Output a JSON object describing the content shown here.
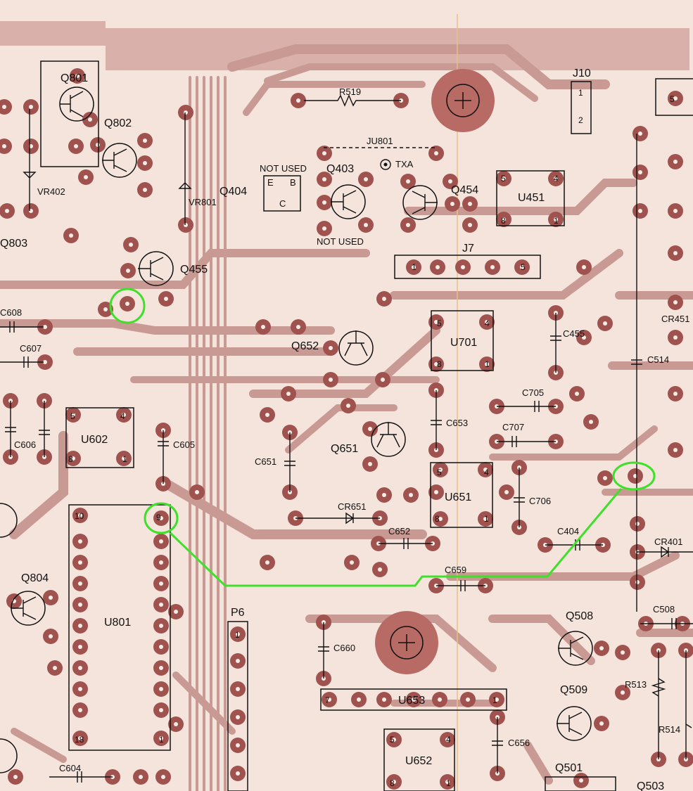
{
  "components": {
    "transistors": [
      "Q801",
      "Q802",
      "Q803",
      "Q455",
      "Q404",
      "Q403",
      "Q454",
      "Q652",
      "Q651",
      "Q804",
      "Q508",
      "Q509",
      "Q501",
      "Q503"
    ],
    "ics": [
      "U451",
      "U701",
      "U602",
      "U651",
      "U801",
      "U653",
      "U652",
      "J7",
      "J10",
      "P6"
    ],
    "passives": [
      "R519",
      "JU801",
      "VR402",
      "VR801",
      "C608",
      "C607",
      "C606",
      "C605",
      "C651",
      "C653",
      "C652",
      "CR651",
      "C455",
      "C514",
      "C705",
      "C707",
      "C706",
      "C404",
      "C659",
      "C660",
      "C656",
      "C604",
      "C508",
      "CR401",
      "CR451",
      "R513",
      "R514"
    ]
  },
  "annotations": {
    "not_used_1": "NOT USED",
    "not_used_2": "NOT USED",
    "txa": "TXA",
    "q404_e": "E",
    "q404_b": "B",
    "q404_c": "C"
  },
  "pins": {
    "u451": [
      "5",
      "4",
      "8",
      "1"
    ],
    "u701": [
      "5",
      "4",
      "8",
      "1"
    ],
    "u602": [
      "5",
      "4",
      "8",
      "1"
    ],
    "u651": [
      "5",
      "4",
      "8",
      "1"
    ],
    "u652": [
      "5",
      "4",
      "8",
      "1"
    ],
    "u801": [
      "10",
      "9",
      "18",
      "1"
    ],
    "u653": [
      "7",
      "1"
    ],
    "j7": [
      "1",
      "5"
    ],
    "j10": [
      "1",
      "2"
    ],
    "p6": [
      "1"
    ],
    "right_edge": "5"
  },
  "highlight": {
    "color": "#3fe02a",
    "circles": 3,
    "path_points": 6
  },
  "colors": {
    "board": "#f4e4dc",
    "copper_trace": "#c99a94",
    "pad": "#a0524e",
    "ink": "#111111"
  }
}
